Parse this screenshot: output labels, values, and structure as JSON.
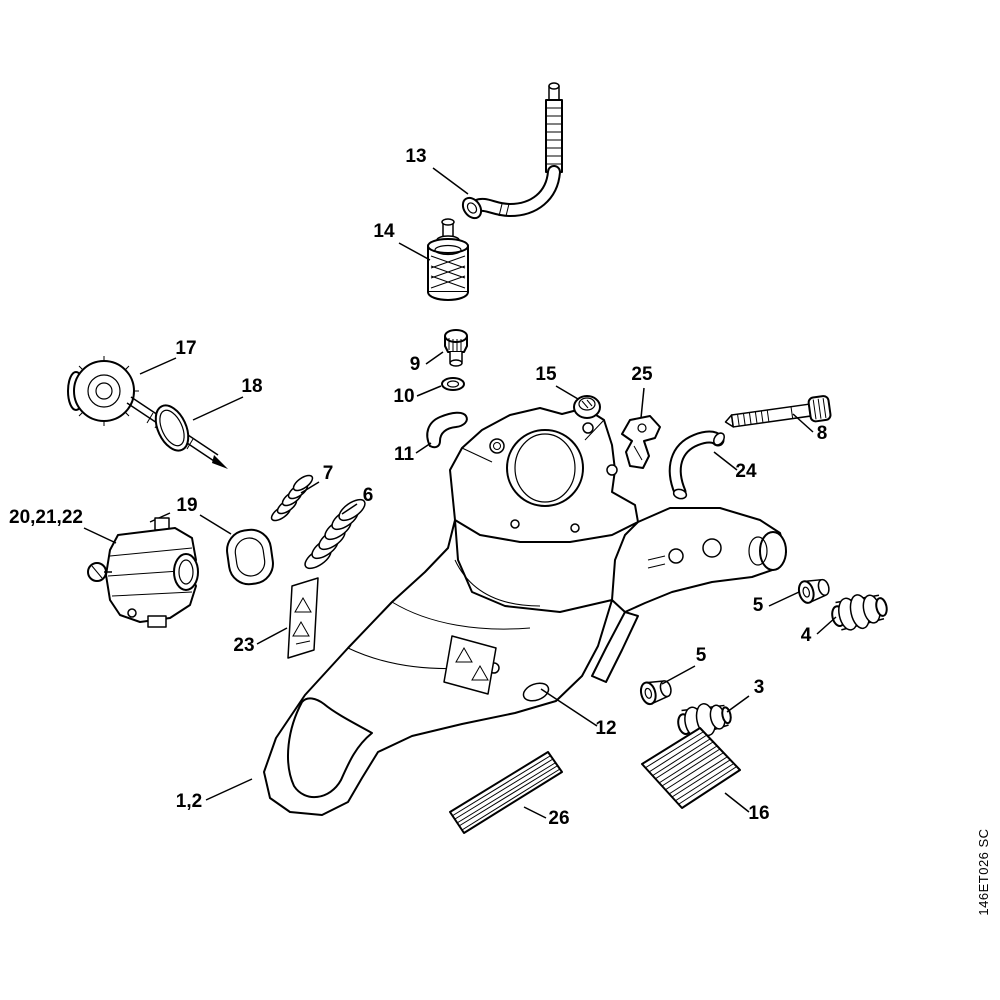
{
  "diagram": {
    "labels": [
      {
        "part": "13",
        "text": "13"
      },
      {
        "part": "14",
        "text": "14"
      },
      {
        "part": "9",
        "text": "9"
      },
      {
        "part": "10",
        "text": "10"
      },
      {
        "part": "11",
        "text": "11"
      },
      {
        "part": "17",
        "text": "17"
      },
      {
        "part": "18",
        "text": "18"
      },
      {
        "part": "15",
        "text": "15"
      },
      {
        "part": "25",
        "text": "25"
      },
      {
        "part": "8",
        "text": "8"
      },
      {
        "part": "24",
        "text": "24"
      },
      {
        "part": "7",
        "text": "7"
      },
      {
        "part": "6",
        "text": "6"
      },
      {
        "part": "20,21,22",
        "text": "20,21,22"
      },
      {
        "part": "19",
        "text": "19"
      },
      {
        "part": "23",
        "text": "23"
      },
      {
        "part": "5",
        "text": "5"
      },
      {
        "part": "4",
        "text": "4"
      },
      {
        "part": "5",
        "text": "5"
      },
      {
        "part": "3",
        "text": "3"
      },
      {
        "part": "12",
        "text": "12"
      },
      {
        "part": "16",
        "text": "16"
      },
      {
        "part": "1,2",
        "text": "1,2"
      },
      {
        "part": "26",
        "text": "26"
      }
    ],
    "watermark": "146ET026 SC"
  }
}
